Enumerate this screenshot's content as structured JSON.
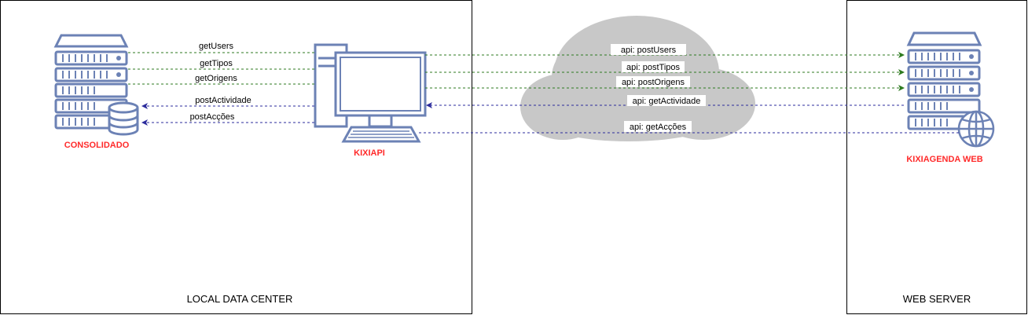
{
  "zones": {
    "local": "LOCAL DATA CENTER",
    "web": "WEB SERVER"
  },
  "nodes": {
    "consolidado": "CONSOLIDADO",
    "kixiapi": "KIXIAPI",
    "kixiagenda": "KIXIAGENDA WEB"
  },
  "local_links": [
    {
      "label": "getUsers",
      "direction": "to-kixiapi",
      "color": "#2d7a1f"
    },
    {
      "label": "getTipos",
      "direction": "to-kixiapi",
      "color": "#2d7a1f"
    },
    {
      "label": "getOrigens",
      "direction": "to-kixiapi",
      "color": "#2d7a1f"
    },
    {
      "label": "postActividade",
      "direction": "to-consolidado",
      "color": "#2b2b9c"
    },
    {
      "label": "postAcções",
      "direction": "to-consolidado",
      "color": "#2b2b9c"
    }
  ],
  "web_links": [
    {
      "label": "api: postUsers",
      "direction": "to-web",
      "color": "#2d7a1f"
    },
    {
      "label": "api: postTipos",
      "direction": "to-web",
      "color": "#2d7a1f"
    },
    {
      "label": "api: postOrigens",
      "direction": "to-web",
      "color": "#2d7a1f"
    },
    {
      "label": "api: getActividade",
      "direction": "to-kixiapi",
      "color": "#2b2b9c"
    },
    {
      "label": "api: getAcções",
      "direction": "to-kixiapi",
      "color": "#2b2b9c"
    }
  ],
  "colors": {
    "icon_stroke": "#6c82b5",
    "icon_fill": "#ffffff",
    "cloud": "#c8c8c8"
  },
  "icons": [
    "server-icon",
    "database-icon",
    "desktop-computer-icon",
    "web-server-icon",
    "globe-icon",
    "cloud-icon"
  ]
}
